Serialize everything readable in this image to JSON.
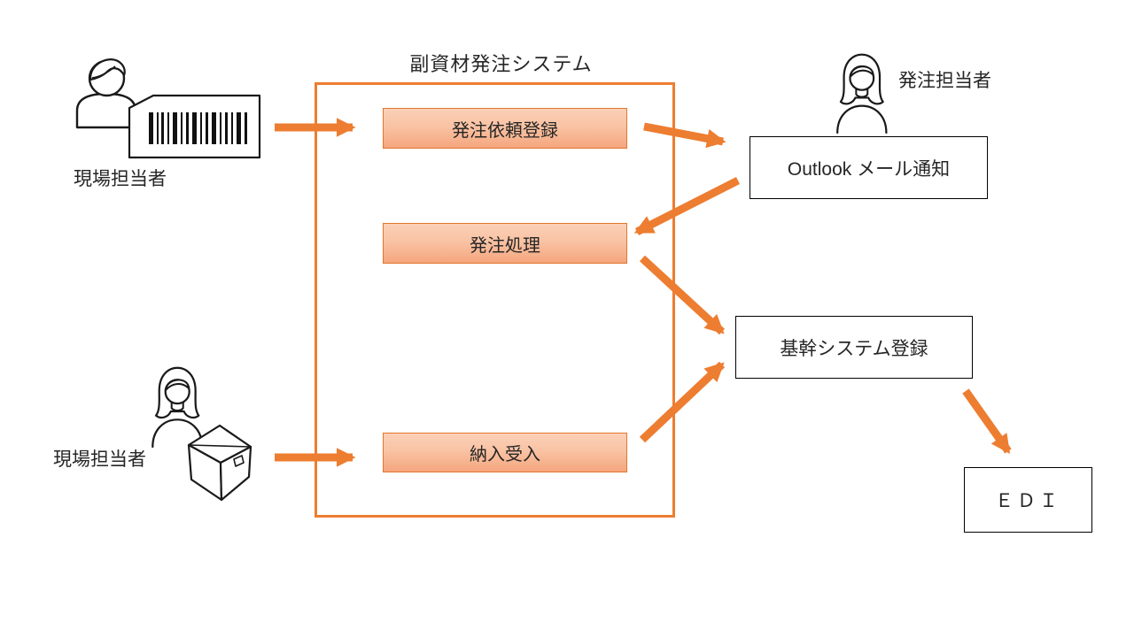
{
  "diagram": {
    "title": "副資材発注システム",
    "system": {
      "steps": [
        {
          "label": "発注依頼登録"
        },
        {
          "label": "発注処理"
        },
        {
          "label": "納入受入"
        }
      ]
    },
    "external": {
      "outlook": {
        "label": "Outlook メール通知"
      },
      "core": {
        "label": "基幹システム登録"
      },
      "edi": {
        "label": "ＥＤＩ"
      }
    },
    "actors": {
      "site_top": {
        "label": "現場担当者",
        "icon": "person-with-barcode-icon"
      },
      "orderer": {
        "label": "発注担当者",
        "icon": "woman-icon"
      },
      "site_bottom": {
        "label": "現場担当者",
        "icon": "woman-with-package-icon"
      }
    },
    "colors": {
      "accent_orange": "#ED7D31",
      "process_fill_top": "#FBD0B7",
      "process_fill_bottom": "#F5A67E",
      "box_border_black": "#000000",
      "text": "#262626"
    }
  }
}
